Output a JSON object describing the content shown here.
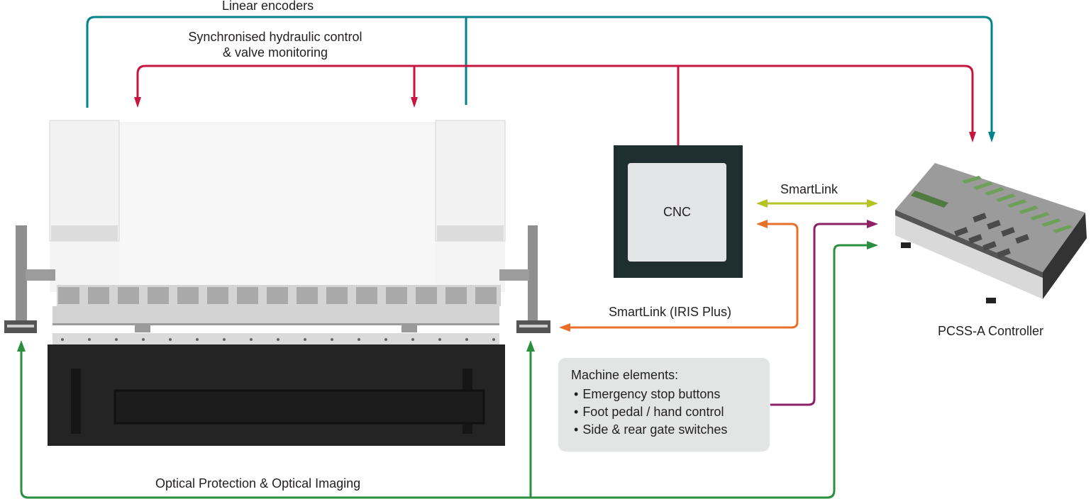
{
  "diagram": {
    "labels": {
      "linear_encoders": "Linear encoders",
      "hydraulic_line1": "Synchronised hydraulic control",
      "hydraulic_line2": "& valve monitoring",
      "smartlink": "SmartLink",
      "smartlink_iris": "SmartLink (IRIS Plus)",
      "optical": "Optical Protection & Optical Imaging",
      "controller": "PCSS-A Controller"
    },
    "cnc": {
      "label": "CNC"
    },
    "machine_elements": {
      "title": "Machine elements:",
      "items": [
        "Emergency stop buttons",
        "Foot pedal / hand control",
        "Side & rear gate switches"
      ]
    },
    "connections": [
      {
        "name": "linear-encoders",
        "color": "#00838a",
        "from": "press-brake",
        "to": "pcss-a-controller"
      },
      {
        "name": "hydraulic-control",
        "color": "#c8153f",
        "from": "cnc",
        "to": [
          "press-brake",
          "pcss-a-controller"
        ]
      },
      {
        "name": "smartlink",
        "color": "#b5c424",
        "from": "cnc",
        "to": "pcss-a-controller",
        "bidirectional": true
      },
      {
        "name": "smartlink-iris-plus",
        "color": "#e9702a",
        "from": "cnc",
        "to": "press-brake"
      },
      {
        "name": "machine-elements",
        "color": "#8e2065",
        "from": "machine-elements",
        "to": "pcss-a-controller"
      },
      {
        "name": "optical-protection",
        "color": "#2a8f3f",
        "from": "pcss-a-controller",
        "to": "press-brake"
      }
    ]
  }
}
